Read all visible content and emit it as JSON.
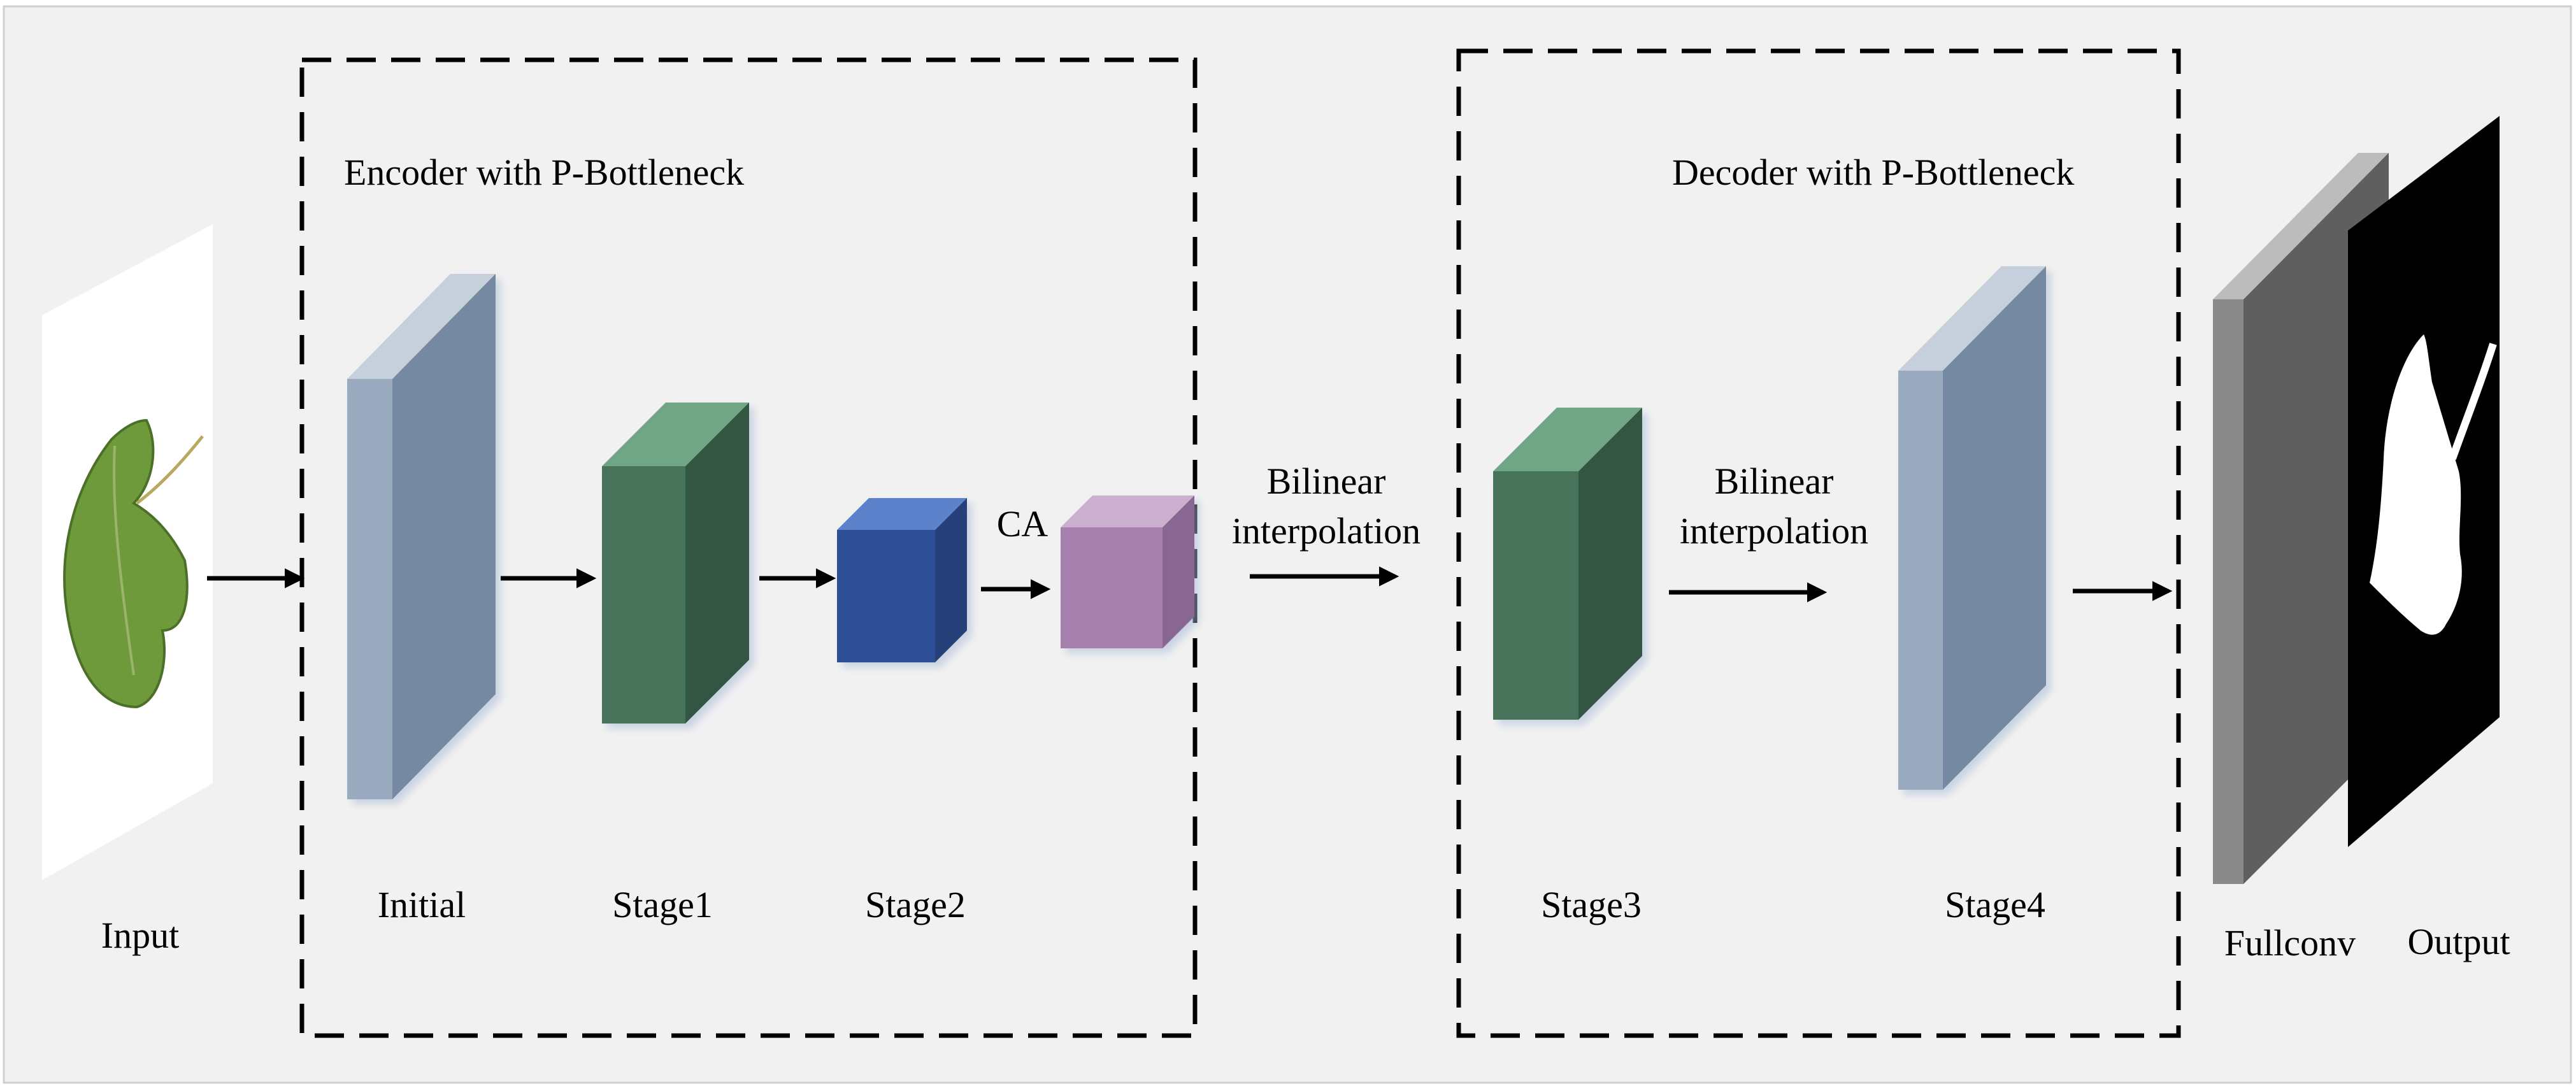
{
  "labels": {
    "encoder_title": "Encoder with P-Bottleneck",
    "decoder_title": "Decoder with P-Bottleneck",
    "input": "Input",
    "initial": "Initial",
    "stage1": "Stage1",
    "stage2": "Stage2",
    "ca": "CA",
    "bilinear_1_line1": "Bilinear",
    "bilinear_1_line2": "interpolation",
    "bilinear_2_line1": "Bilinear",
    "bilinear_2_line2": "interpolation",
    "stage3": "Stage3",
    "stage4": "Stage4",
    "fullconv": "Fullconv",
    "output": "Output"
  },
  "colors": {
    "background": "#f1f1f1",
    "slate_front": "#7489a3",
    "slate_side": "#9aabc0",
    "slate_top": "#c6d0dc",
    "green_front": "#47735a",
    "green_side": "#335743",
    "green_top": "#6fa586",
    "blue_front": "#2f5098",
    "blue_side": "#253f7a",
    "blue_top": "#5b82cc",
    "purple_front": "#a680ad",
    "purple_side": "#8a6693",
    "purple_top": "#cbb0d0",
    "gray_front": "#5f5f5f",
    "gray_side": "#8a8a8a",
    "gray_top": "#bcbcbc",
    "leaf": "#6f9a3c",
    "mask_bg": "#000000",
    "mask_fg": "#ffffff"
  }
}
